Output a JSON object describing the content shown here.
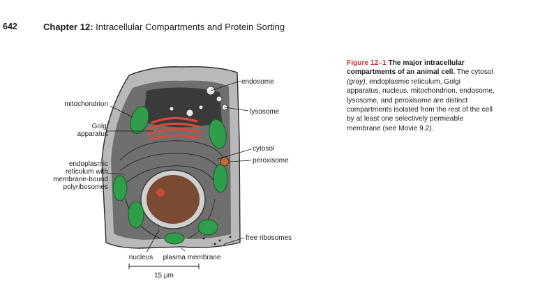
{
  "header": {
    "page_number": "642",
    "chapter_label": "Chapter 12:",
    "chapter_title": "Intracellular Compartments and Protein Sorting"
  },
  "figure": {
    "labels": {
      "endosome": "endosome",
      "mitochondrion": "mitochondrion",
      "lysosome": "lysosome",
      "golgi_line1": "Golgi",
      "golgi_line2": "apparatus",
      "cytosol": "cytosol",
      "peroxisome": "peroxisome",
      "er_line1": "endoplasmic",
      "er_line2": "reticulum with",
      "er_line3": "membrane-bound",
      "er_line4": "polyribosomes",
      "free_ribosomes": "free ribosomes",
      "nucleus": "nucleus",
      "plasma_membrane": "plasma membrane"
    },
    "scale_bar": "15 μm"
  },
  "caption": {
    "figure_number": "Figure 12–1",
    "heading": "The major intracellular compartments of an animal cell.",
    "text_part1": "The cytosol",
    "text_gray": "(gray)",
    "text_part2": ", endoplasmic reticulum, Golgi apparatus, nucleus, mitochondrion, endosome, lysosome, and peroxisome are distinct compartments isolated from the rest of the cell by at least one selectively permeable membrane (see Movie 9.2)."
  },
  "colors": {
    "cytosol": "#6f6f6f",
    "membrane": "#b9b9b9",
    "mitochondria": "#2f9d4a",
    "golgi": "#d94a3a",
    "nucleus": "#7a4a32",
    "nucleolus": "#c94a3a",
    "peroxisome": "#c06a3a",
    "caption_accent": "#c4302b"
  }
}
